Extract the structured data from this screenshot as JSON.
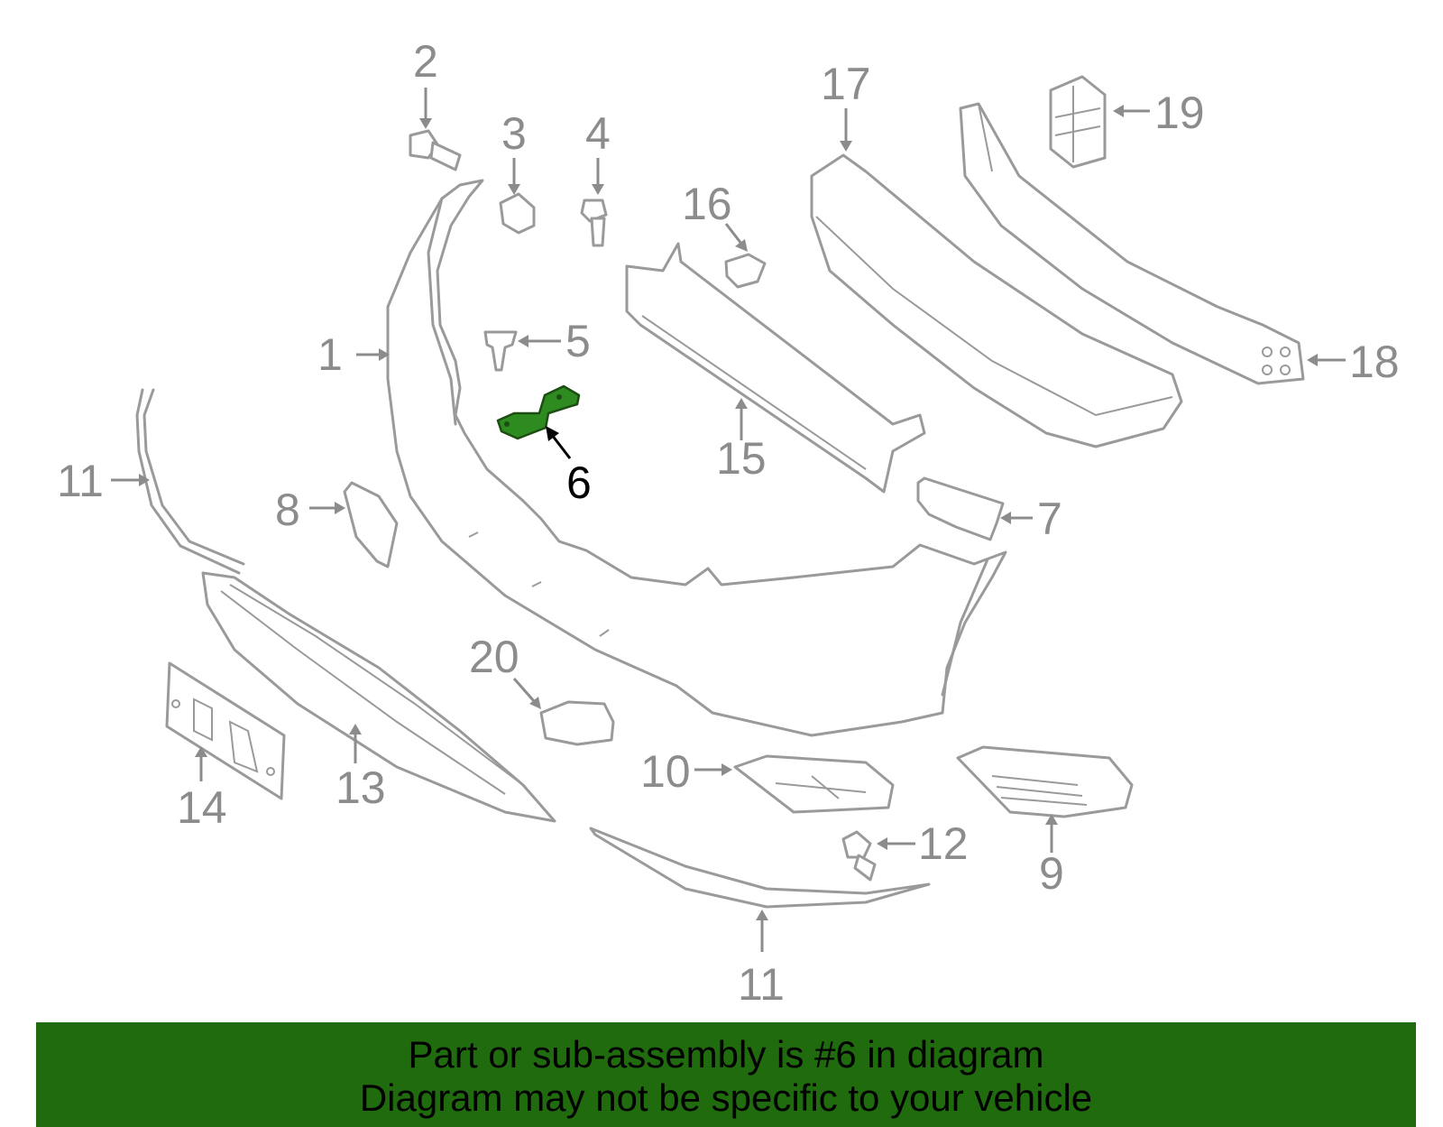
{
  "diagram": {
    "highlighted_part": "6",
    "highlight_color": "#2e8b1f",
    "line_color": "#9a9a9a",
    "callouts": {
      "c1": "1",
      "c2": "2",
      "c3": "3",
      "c4": "4",
      "c5": "5",
      "c6": "6",
      "c7": "7",
      "c8": "8",
      "c9": "9",
      "c10": "10",
      "c11a": "11",
      "c11b": "11",
      "c12": "12",
      "c13": "13",
      "c14": "14",
      "c15": "15",
      "c16": "16",
      "c17": "17",
      "c18": "18",
      "c19": "19",
      "c20": "20"
    }
  },
  "banner": {
    "background": "#1f6b0e",
    "line1": "Part or sub-assembly is #6 in diagram",
    "line2": "Diagram may not be specific to your vehicle"
  }
}
